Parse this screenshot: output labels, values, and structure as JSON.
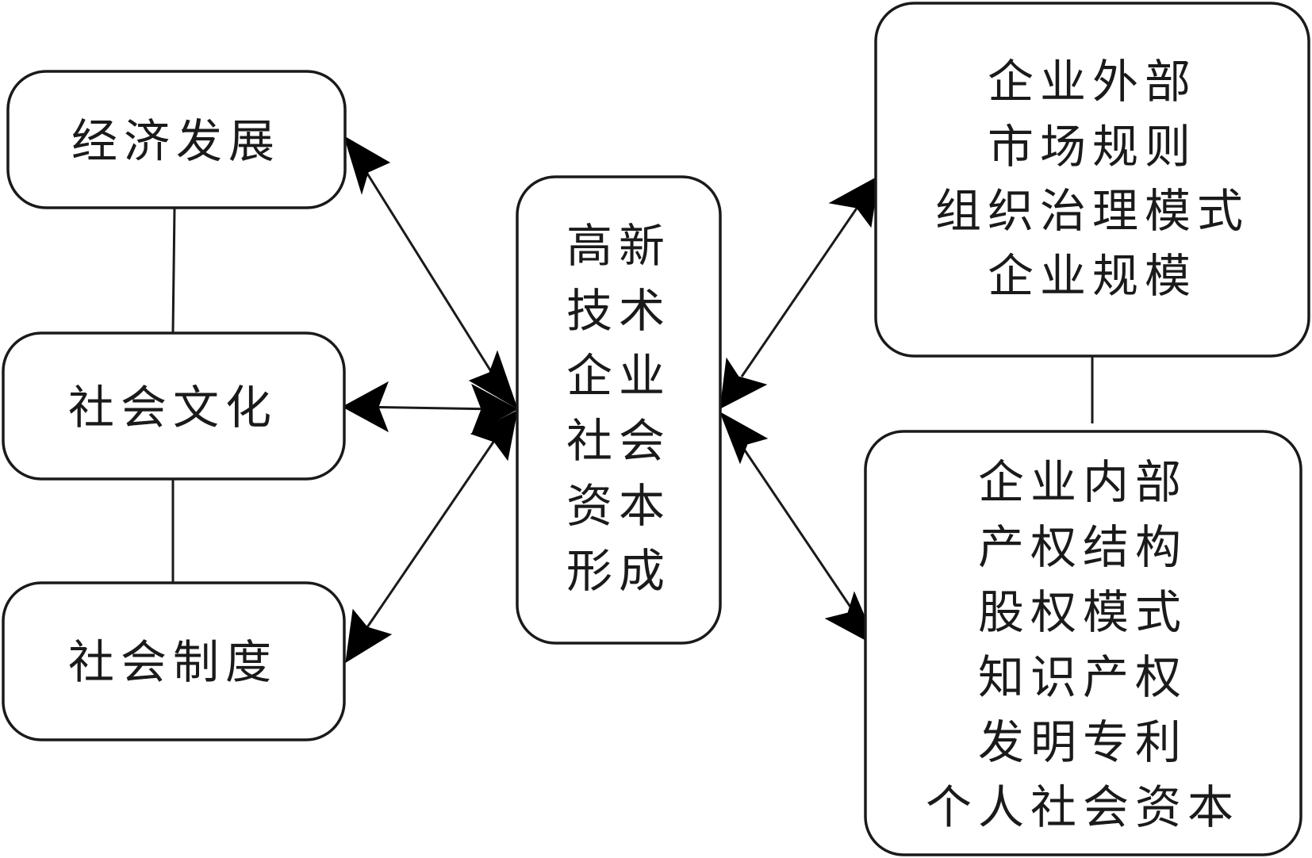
{
  "nodes": {
    "economic_development": {
      "lines": [
        "经济发展"
      ]
    },
    "social_culture": {
      "lines": [
        "社会文化"
      ]
    },
    "social_system": {
      "lines": [
        "社会制度"
      ]
    },
    "center": {
      "lines": [
        "高新",
        "技术",
        "企业",
        "社会",
        "资本",
        "形成"
      ]
    },
    "external": {
      "lines": [
        "企业外部",
        "市场规则",
        "组织治理模式",
        "企业规模"
      ]
    },
    "internal": {
      "lines": [
        "企业内部",
        "产权结构",
        "股权模式",
        "知识产权",
        "发明专利",
        "个人社会资本"
      ]
    }
  },
  "edges": [
    {
      "from": "center",
      "to": "economic_development",
      "type": "bidirectional-arrow"
    },
    {
      "from": "center",
      "to": "social_culture",
      "type": "bidirectional-arrow"
    },
    {
      "from": "center",
      "to": "social_system",
      "type": "bidirectional-arrow"
    },
    {
      "from": "center",
      "to": "external",
      "type": "bidirectional-arrow"
    },
    {
      "from": "center",
      "to": "internal",
      "type": "bidirectional-arrow"
    },
    {
      "from": "economic_development",
      "to": "social_culture",
      "type": "line"
    },
    {
      "from": "social_culture",
      "to": "social_system",
      "type": "line"
    },
    {
      "from": "external",
      "to": "internal",
      "type": "line"
    }
  ]
}
